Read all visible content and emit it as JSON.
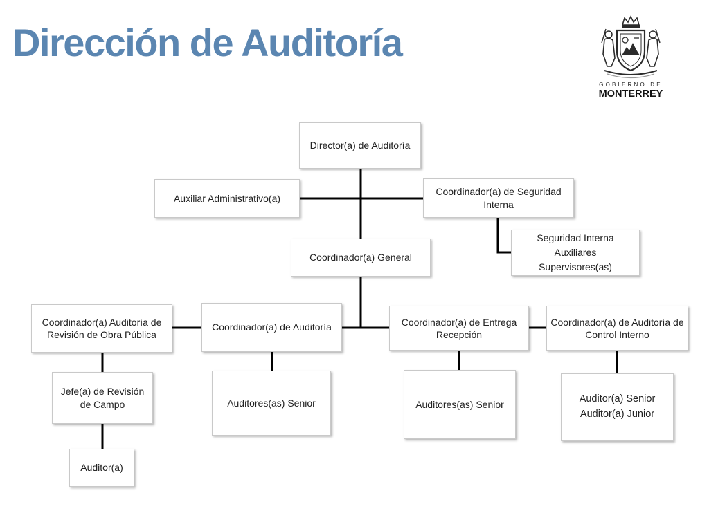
{
  "title": "Dirección de Auditoría",
  "logo": {
    "line1": "GOBIERNO DE",
    "line2": "MONTERREY",
    "colors": {
      "ink": "#2b2b2b",
      "light": "#9a9a9a"
    }
  },
  "org": {
    "director": "Director(a) de Auditoría",
    "assistant": "Auxiliar Administrativo(a)",
    "security_coordinator": "Coordinador(a) de Seguridad Interna",
    "security_staff": [
      "Seguridad Interna",
      "Auxiliares",
      "Supervisores(as)"
    ],
    "general_coordinator": "Coordinador(a) General",
    "public_works_coordinator": "Coordinador(a) Auditoría de Revisión de Obra Pública",
    "field_review_chief": "Jefe(a) de Revisión de Campo",
    "auditor": "Auditor(a)",
    "audit_coordinator": "Coordinador(a) de Auditoría",
    "audit_seniors": "Auditores(as) Senior",
    "handover_coordinator": "Coordinador(a) de Entrega Recepción",
    "handover_seniors": "Auditores(as) Senior",
    "internal_control_coordinator": "Coordinador(a) de Auditoría de Control Interno",
    "internal_control_staff": [
      "Auditor(a) Senior",
      "Auditor(a) Junior"
    ]
  },
  "colors": {
    "title": "#5b86b1",
    "connector": "#000000",
    "box_border": "#c9c9c9"
  }
}
